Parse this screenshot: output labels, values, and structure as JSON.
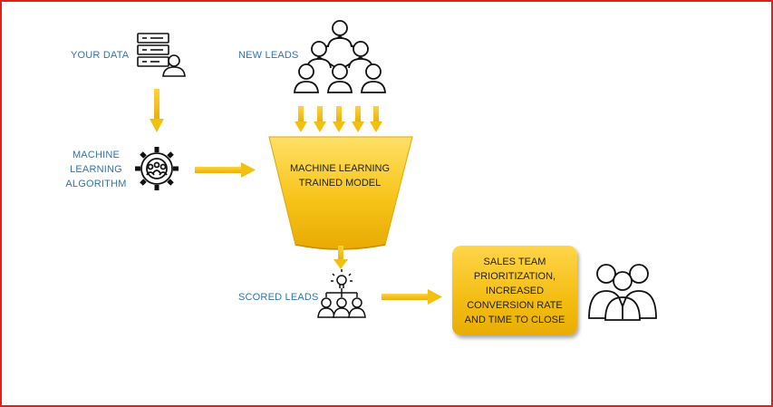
{
  "labels": {
    "your_data": "YOUR DATA",
    "new_leads": "NEW LEADS",
    "ml_algorithm": "MACHINE LEARNING ALGORITHM",
    "scored_leads": "SCORED LEADS"
  },
  "funnel": {
    "text": "MACHINE LEARNING TRAINED MODEL"
  },
  "sales_box": {
    "text": "SALES TEAM PRIORITIZATION, INCREASED CONVERSION RATE AND TIME TO CLOSE"
  },
  "colors": {
    "label_blue": "#2e75b6",
    "arrow_gold": "#f2c10f",
    "frame_red": "#e0201b"
  },
  "icons": [
    "data-server-user-icon",
    "network-people-icon",
    "gear-people-icon",
    "idea-team-icon",
    "business-team-icon"
  ]
}
